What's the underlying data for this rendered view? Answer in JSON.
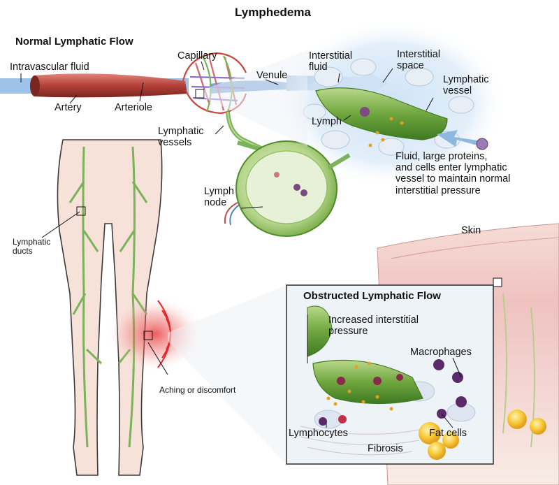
{
  "title": "Lymphedema",
  "normal": {
    "heading": "Normal Lymphatic Flow",
    "labels": {
      "intravascular_fluid": "Intravascular fluid",
      "artery": "Artery",
      "arteriole": "Arteriole",
      "capillary": "Capillary",
      "venule": "Venule",
      "lymphatic_vessels_1": "Lymphatic",
      "lymphatic_vessels_2": "vessels",
      "lymph_node_1": "Lymph",
      "lymph_node_2": "node",
      "interstitial_fluid_1": "Interstitial",
      "interstitial_fluid_2": "fluid",
      "interstitial_space_1": "Interstitial",
      "interstitial_space_2": "space",
      "lymphatic_vessel_1": "Lymphatic",
      "lymphatic_vessel_2": "vessel",
      "lymph": "Lymph",
      "caption_1": "Fluid, large proteins,",
      "caption_2": "and cells enter lymphatic",
      "caption_3": "vessel to maintain normal",
      "caption_4": "interstitial pressure"
    }
  },
  "legs": {
    "lymphatic_ducts_1": "Lymphatic",
    "lymphatic_ducts_2": "ducts",
    "aching": "Aching or discomfort"
  },
  "obstructed": {
    "skin": "Skin",
    "heading": "Obstructed Lymphatic Flow",
    "pressure_1": "Increased interstitial",
    "pressure_2": "pressure",
    "macrophages": "Macrophages",
    "lymphocytes": "Lymphocytes",
    "fibrosis": "Fibrosis",
    "fat_cells": "Fat cells"
  },
  "colors": {
    "lymph_green": "#7fb44a",
    "artery_red": "#b5413a",
    "fluid_blue": "#8fb8df",
    "skin_pink": "#f3d7cf",
    "inflammation_red": "#e8262a"
  }
}
